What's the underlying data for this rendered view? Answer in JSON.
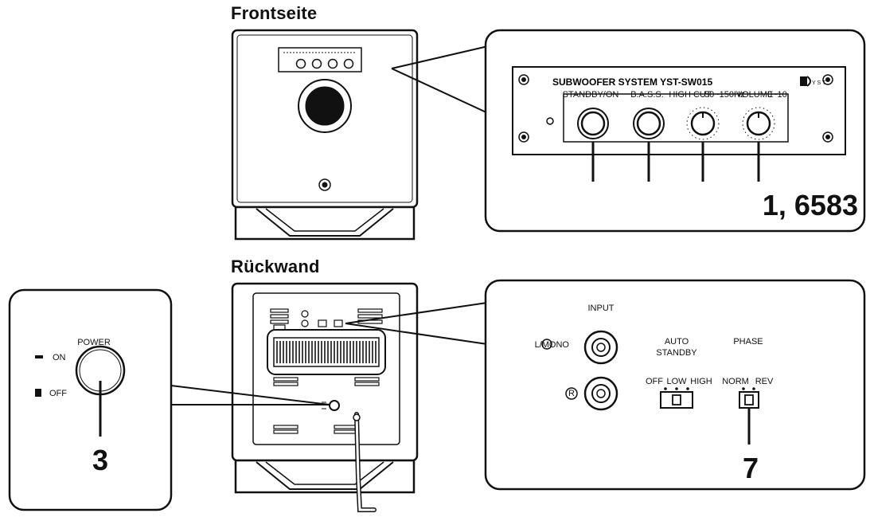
{
  "front": {
    "title": "Frontseite",
    "panel_title": "SUBWOOFER SYSTEM YST-SW015",
    "knobs": [
      "STANDBY/ON",
      "B.A.S.S.",
      "HIGH CUT",
      "VOLUME"
    ],
    "highcut_range": "50~150Hz",
    "volume_range": "0~10",
    "callout": "1, 6583"
  },
  "rear": {
    "title": "Rückwand",
    "power": {
      "label": "POWER",
      "on": "ON",
      "off": "OFF",
      "callout": "3"
    },
    "input": {
      "label": "INPUT",
      "left": "L/MONO",
      "right": "R"
    },
    "auto_standby": {
      "label_line1": "AUTO",
      "label_line2": "STANDBY",
      "options": [
        "OFF",
        "LOW",
        "HIGH"
      ]
    },
    "phase": {
      "label": "PHASE",
      "options": [
        "NORM",
        "REV"
      ],
      "callout": "7"
    }
  }
}
